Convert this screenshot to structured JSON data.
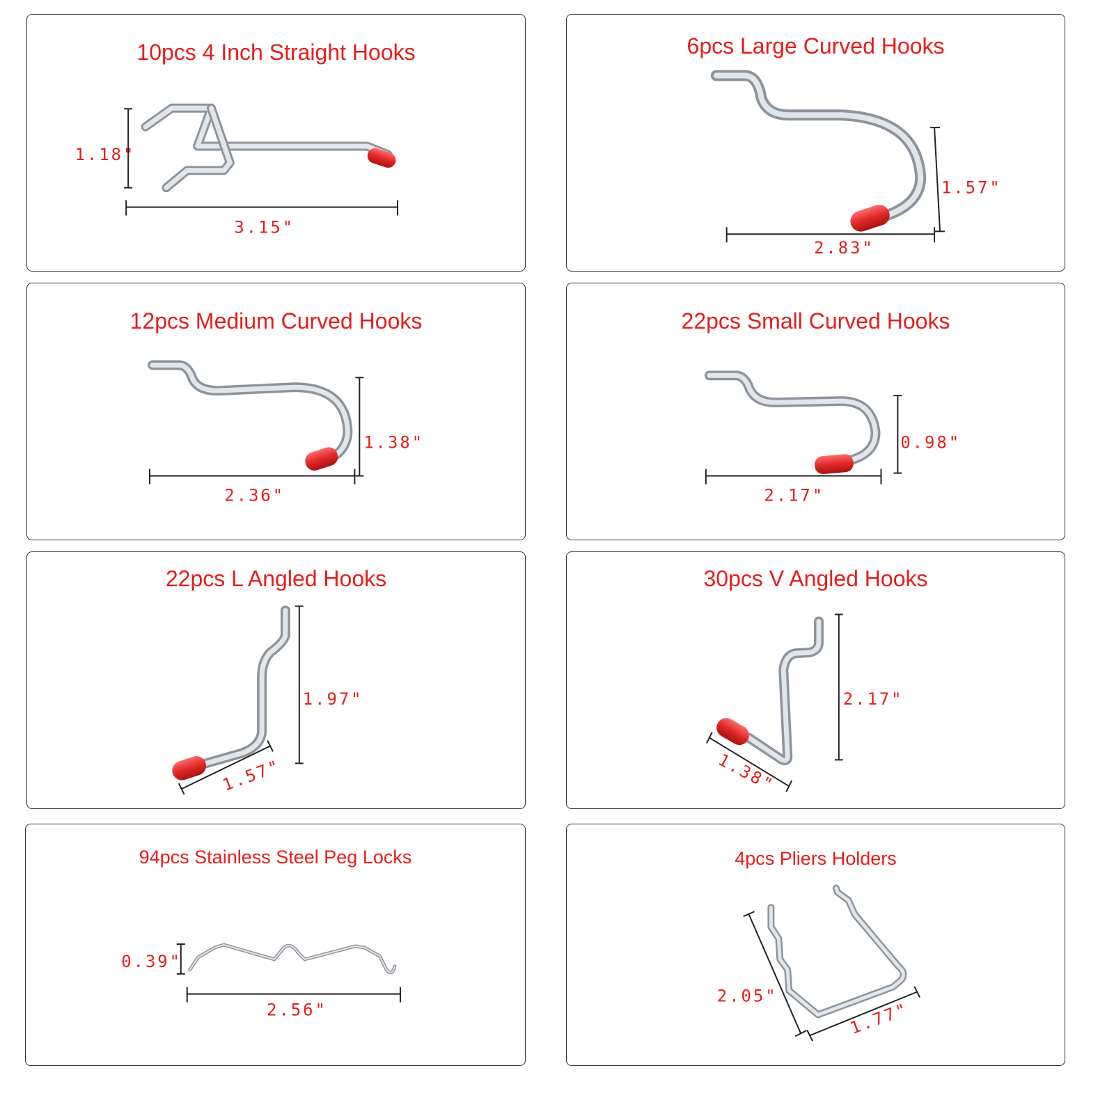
{
  "panels": [
    {
      "title": "10pcs 4 Inch Straight Hooks",
      "dims": [
        "1.18\"",
        "3.15\""
      ]
    },
    {
      "title": "6pcs Large Curved Hooks",
      "dims": [
        "1.57\"",
        "2.83\""
      ]
    },
    {
      "title": "12pcs Medium Curved Hooks",
      "dims": [
        "1.38\"",
        "2.36\""
      ]
    },
    {
      "title": "22pcs Small Curved Hooks",
      "dims": [
        "0.98\"",
        "2.17\""
      ]
    },
    {
      "title": "22pcs L Angled Hooks",
      "dims": [
        "1.97\"",
        "1.57\""
      ]
    },
    {
      "title": "30pcs V Angled Hooks",
      "dims": [
        "2.17\"",
        "1.38\""
      ]
    },
    {
      "title": "94pcs Stainless Steel Peg Locks",
      "dims": [
        "0.39\"",
        "2.56\""
      ]
    },
    {
      "title": "4pcs Pliers Holders",
      "dims": [
        "2.05\"",
        "1.77\""
      ]
    }
  ],
  "colors": {
    "accent": "#e51d1d",
    "border": "#333333",
    "cap": "#e02828",
    "wire": "#b9bec4"
  }
}
